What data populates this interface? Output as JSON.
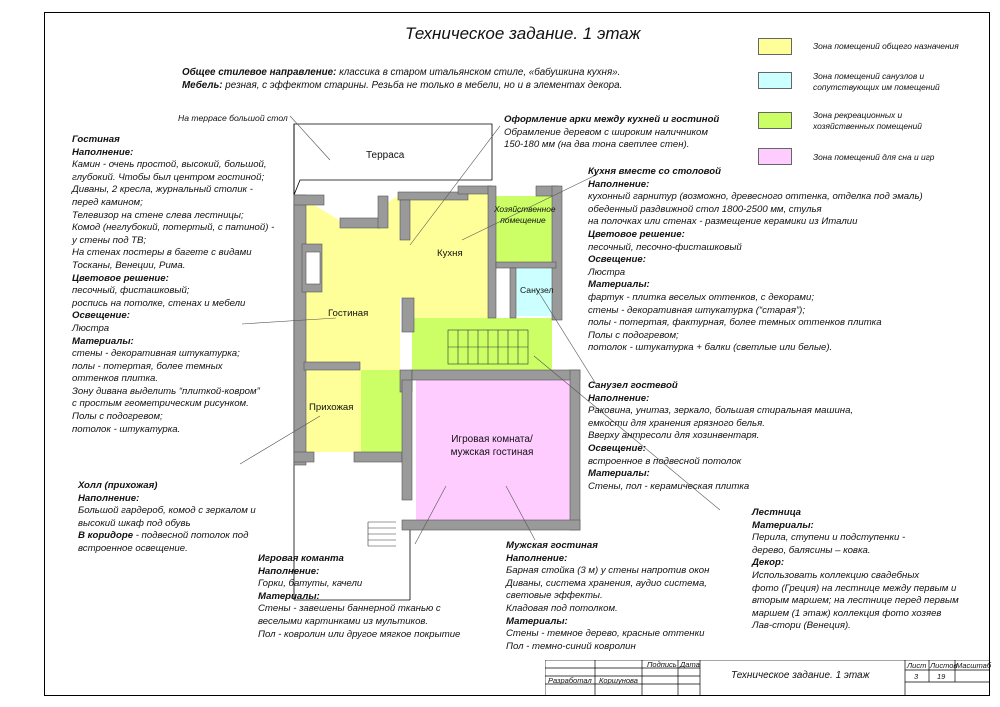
{
  "title": "Техническое задание. 1 этаж",
  "legend": [
    {
      "color": "#ffff99",
      "label": "Зона помещений общего назначения"
    },
    {
      "color": "#ccffff",
      "label": "Зона помещений санузлов и сопутствующих им помещений"
    },
    {
      "color": "#ccff66",
      "label": "Зона рекреационных и хозяйственных помещений"
    },
    {
      "color": "#ffccff",
      "label": "Зона помещений для сна и игр"
    }
  ],
  "intro": {
    "style_label": "Общее стилевое направление:",
    "style_text": "классика в старом итальянском стиле, «бабушкина кухня».",
    "furniture_label": "Мебель:",
    "furniture_text": "резная, с эффектом старины. Резьба не только в мебели, но и в элементах декора."
  },
  "plan_labels": {
    "terrace_note": "На террасе большой стол",
    "terrace": "Терраса",
    "kitchen": "Кухня",
    "utility": "Хозяйственное помещение",
    "wc": "Санузел",
    "living": "Гостиная",
    "hall": "Прихожая",
    "playroom": "Игровая комната/ мужская гостиная"
  },
  "arch": {
    "heading": "Оформление арки между кухней и гостиной",
    "lines": [
      "Обрамление деревом с широким наличником",
      "150-180 мм (на два тона светлее стен)."
    ]
  },
  "living": {
    "heading": "Гостиная",
    "lines": [
      {
        "t": "Наполнение:",
        "b": true
      },
      {
        "t": "Камин - очень простой, высокий, большой,",
        "b": false
      },
      {
        "t": "глубокий. Чтобы был центром гостиной;",
        "b": false
      },
      {
        "t": "Диваны, 2 кресла, журнальный столик -",
        "b": false
      },
      {
        "t": "перед камином;",
        "b": false
      },
      {
        "t": "Телевизор на стене слева лестницы;",
        "b": false
      },
      {
        "t": "Комод (неглубокий, потертый, с патиной) -",
        "b": false
      },
      {
        "t": "у стены под ТВ;",
        "b": false
      },
      {
        "t": "На стенах постеры в багете с видами",
        "b": false
      },
      {
        "t": "Тосканы, Венеции, Рима.",
        "b": false
      },
      {
        "t": "Цветовое решение:",
        "b": true
      },
      {
        "t": "песочный, фисташковый;",
        "b": false
      },
      {
        "t": "роспись на потолке, стенах и мебели",
        "b": false
      },
      {
        "t": "Освещение:",
        "b": true
      },
      {
        "t": "Люстра",
        "b": false
      },
      {
        "t": "Материалы:",
        "b": true
      },
      {
        "t": "стены - декоративная штукатурка;",
        "b": false
      },
      {
        "t": "полы - потертая, более темных",
        "b": false
      },
      {
        "t": "оттенков плитка.",
        "b": false
      },
      {
        "t": "Зону дивана выделить “плиткой-ковром”",
        "b": false
      },
      {
        "t": "с простым геометрическим рисунком.",
        "b": false
      },
      {
        "t": "Полы с подогревом;",
        "b": false
      },
      {
        "t": "потолок - штукатурка.",
        "b": false
      }
    ]
  },
  "hall": {
    "heading": "Холл (прихожая)",
    "lines": [
      {
        "t": "Наполнение:",
        "b": true
      },
      {
        "t": "Большой гардероб, комод с зеркалом и",
        "b": false
      },
      {
        "t": "высокий шкаф под обувь",
        "b": false
      },
      {
        "t": "В коридоре - подвесной потолок под",
        "b": false
      },
      {
        "t": "встроенное освещение.",
        "b": false
      }
    ],
    "corridor_bold": "В коридоре"
  },
  "kitchen": {
    "heading": "Кухня вместе со столовой",
    "lines": [
      {
        "t": "Наполнение:",
        "b": true
      },
      {
        "t": "кухонный гарнитур (возможно, древесного оттенка, отделка под эмаль)",
        "b": false
      },
      {
        "t": "обеденный раздвижной стол 1800-2500 мм, стулья",
        "b": false
      },
      {
        "t": "на полочках или стенах - размещение керамики из Италии",
        "b": false
      },
      {
        "t": "Цветовое решение:",
        "b": true
      },
      {
        "t": "песочный, песочно-фисташковый",
        "b": false
      },
      {
        "t": "Освещение:",
        "b": true
      },
      {
        "t": "Люстра",
        "b": false
      },
      {
        "t": "Материалы:",
        "b": true
      },
      {
        "t": "фартук - плитка веселых оттенков, с декорами;",
        "b": false
      },
      {
        "t": "стены - декоративная штукатурка (“старая”);",
        "b": false
      },
      {
        "t": "полы - потертая, фактурная, более темных оттенков плитка",
        "b": false
      },
      {
        "t": "Полы с подогревом;",
        "b": false
      },
      {
        "t": "потолок - штукатурка + балки (светлые или белые).",
        "b": false
      }
    ]
  },
  "wc_guest": {
    "heading": "Санузел гостевой",
    "lines": [
      {
        "t": "Наполнение:",
        "b": true
      },
      {
        "t": "Раковина, унитаз, зеркало, большая стиральная машина,",
        "b": false
      },
      {
        "t": "емкости для хранения грязного белья.",
        "b": false
      },
      {
        "t": "Вверху антресоли для хозинвентаря.",
        "b": false
      },
      {
        "t": "Освещение:",
        "b": true
      },
      {
        "t": "встроенное в подвесной потолок",
        "b": false
      },
      {
        "t": "Материалы:",
        "b": true
      },
      {
        "t": "Стены, пол - керамическая плитка",
        "b": false
      }
    ]
  },
  "stairs": {
    "heading": "Лестница",
    "lines": [
      {
        "t": "Материалы:",
        "b": true
      },
      {
        "t": "Перила, ступени и подступенки -",
        "b": false
      },
      {
        "t": "дерево, балясины – ковка.",
        "b": false
      },
      {
        "t": "Декор:",
        "b": true
      },
      {
        "t": "Использовать коллекцию свадебных",
        "b": false
      },
      {
        "t": "фото (Греция) на лестнице между первым и",
        "b": false
      },
      {
        "t": "вторым маршем; на лестнице перед первым",
        "b": false
      },
      {
        "t": "маршем (1 этаж) коллекция фото хозяев",
        "b": false
      },
      {
        "t": "Лав-стори (Венеция).",
        "b": false
      }
    ]
  },
  "playroom": {
    "heading": "Игровая команта",
    "lines": [
      {
        "t": "Наполнение:",
        "b": true
      },
      {
        "t": "Горки, батуты, качели",
        "b": false
      },
      {
        "t": "Материалы:",
        "b": true
      },
      {
        "t": "Стены - завешены баннерной тканью с",
        "b": false
      },
      {
        "t": "веселыми картинками из мультиков.",
        "b": false
      },
      {
        "t": "Пол - ковролин или другое мягкое покрытие",
        "b": false
      }
    ]
  },
  "mens": {
    "heading": "Мужская гостиная",
    "lines": [
      {
        "t": "Наполнение:",
        "b": true
      },
      {
        "t": "Барная стойка (3 м) у стены напротив окон",
        "b": false
      },
      {
        "t": "Диваны, система хранения, аудио система,",
        "b": false
      },
      {
        "t": "световые эффекты.",
        "b": false
      },
      {
        "t": "Кладовая под потолком.",
        "b": false
      },
      {
        "t": "Материалы:",
        "b": true
      },
      {
        "t": "Стены - темное дерево, красные оттенки",
        "b": false
      },
      {
        "t": "Пол - темно-синий ковролин",
        "b": false
      }
    ]
  },
  "stamp": {
    "sign": "Подпись",
    "date": "Дата",
    "developed": "Разработал",
    "author": "Коршунова",
    "title": "Техническое задание. 1 этаж",
    "sheet_label": "Лист",
    "sheets_label": "Листов",
    "scale_label": "Масштаб",
    "sheet": "3",
    "sheets": "19"
  }
}
